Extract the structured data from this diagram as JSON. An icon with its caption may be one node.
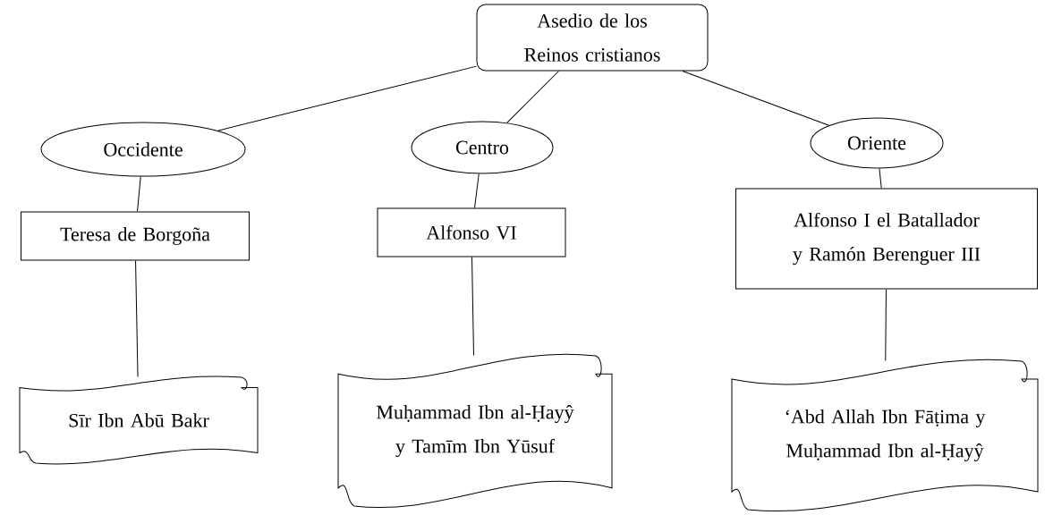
{
  "diagram": {
    "nodes": [
      {
        "text": [
          "Asedio de los Reinos cristianos"
        ]
      },
      {
        "text": [
          "Occidente"
        ]
      },
      {
        "text": [
          "Centro"
        ]
      },
      {
        "text": [
          "Oriente"
        ]
      },
      {
        "text": [
          "Teresa de Borgoña"
        ]
      },
      {
        "text": [
          "Alfonso VI"
        ]
      },
      {
        "text": [
          "Alfonso I el Batallador y Ramón Berenguer III"
        ]
      },
      {
        "text": [
          "Sīr Ibn Abū Bakr"
        ]
      },
      {
        "text": [
          "Muḥammad Ibn al-Ḥayŷ y Tamīm Ibn Yūsuf"
        ]
      },
      {
        "text": [
          "‘Abd Allah Ibn Fāṭima y Muḥammad Ibn al-Ḥayŷ"
        ]
      }
    ],
    "edges": [
      {
        "from": 0,
        "to": 1,
        "arrow": "none"
      },
      {
        "from": 0,
        "to": 2,
        "arrow": "none"
      },
      {
        "from": 0,
        "to": 3,
        "arrow": "none"
      },
      {
        "from": 1,
        "to": 4,
        "arrow": "none"
      },
      {
        "from": 2,
        "to": 5,
        "arrow": "none"
      },
      {
        "from": 3,
        "to": 6,
        "arrow": "none"
      },
      {
        "from": 4,
        "to": 7,
        "arrow": "none"
      },
      {
        "from": 5,
        "to": 8,
        "arrow": "none"
      },
      {
        "from": 6,
        "to": 9,
        "arrow": "none"
      }
    ]
  }
}
